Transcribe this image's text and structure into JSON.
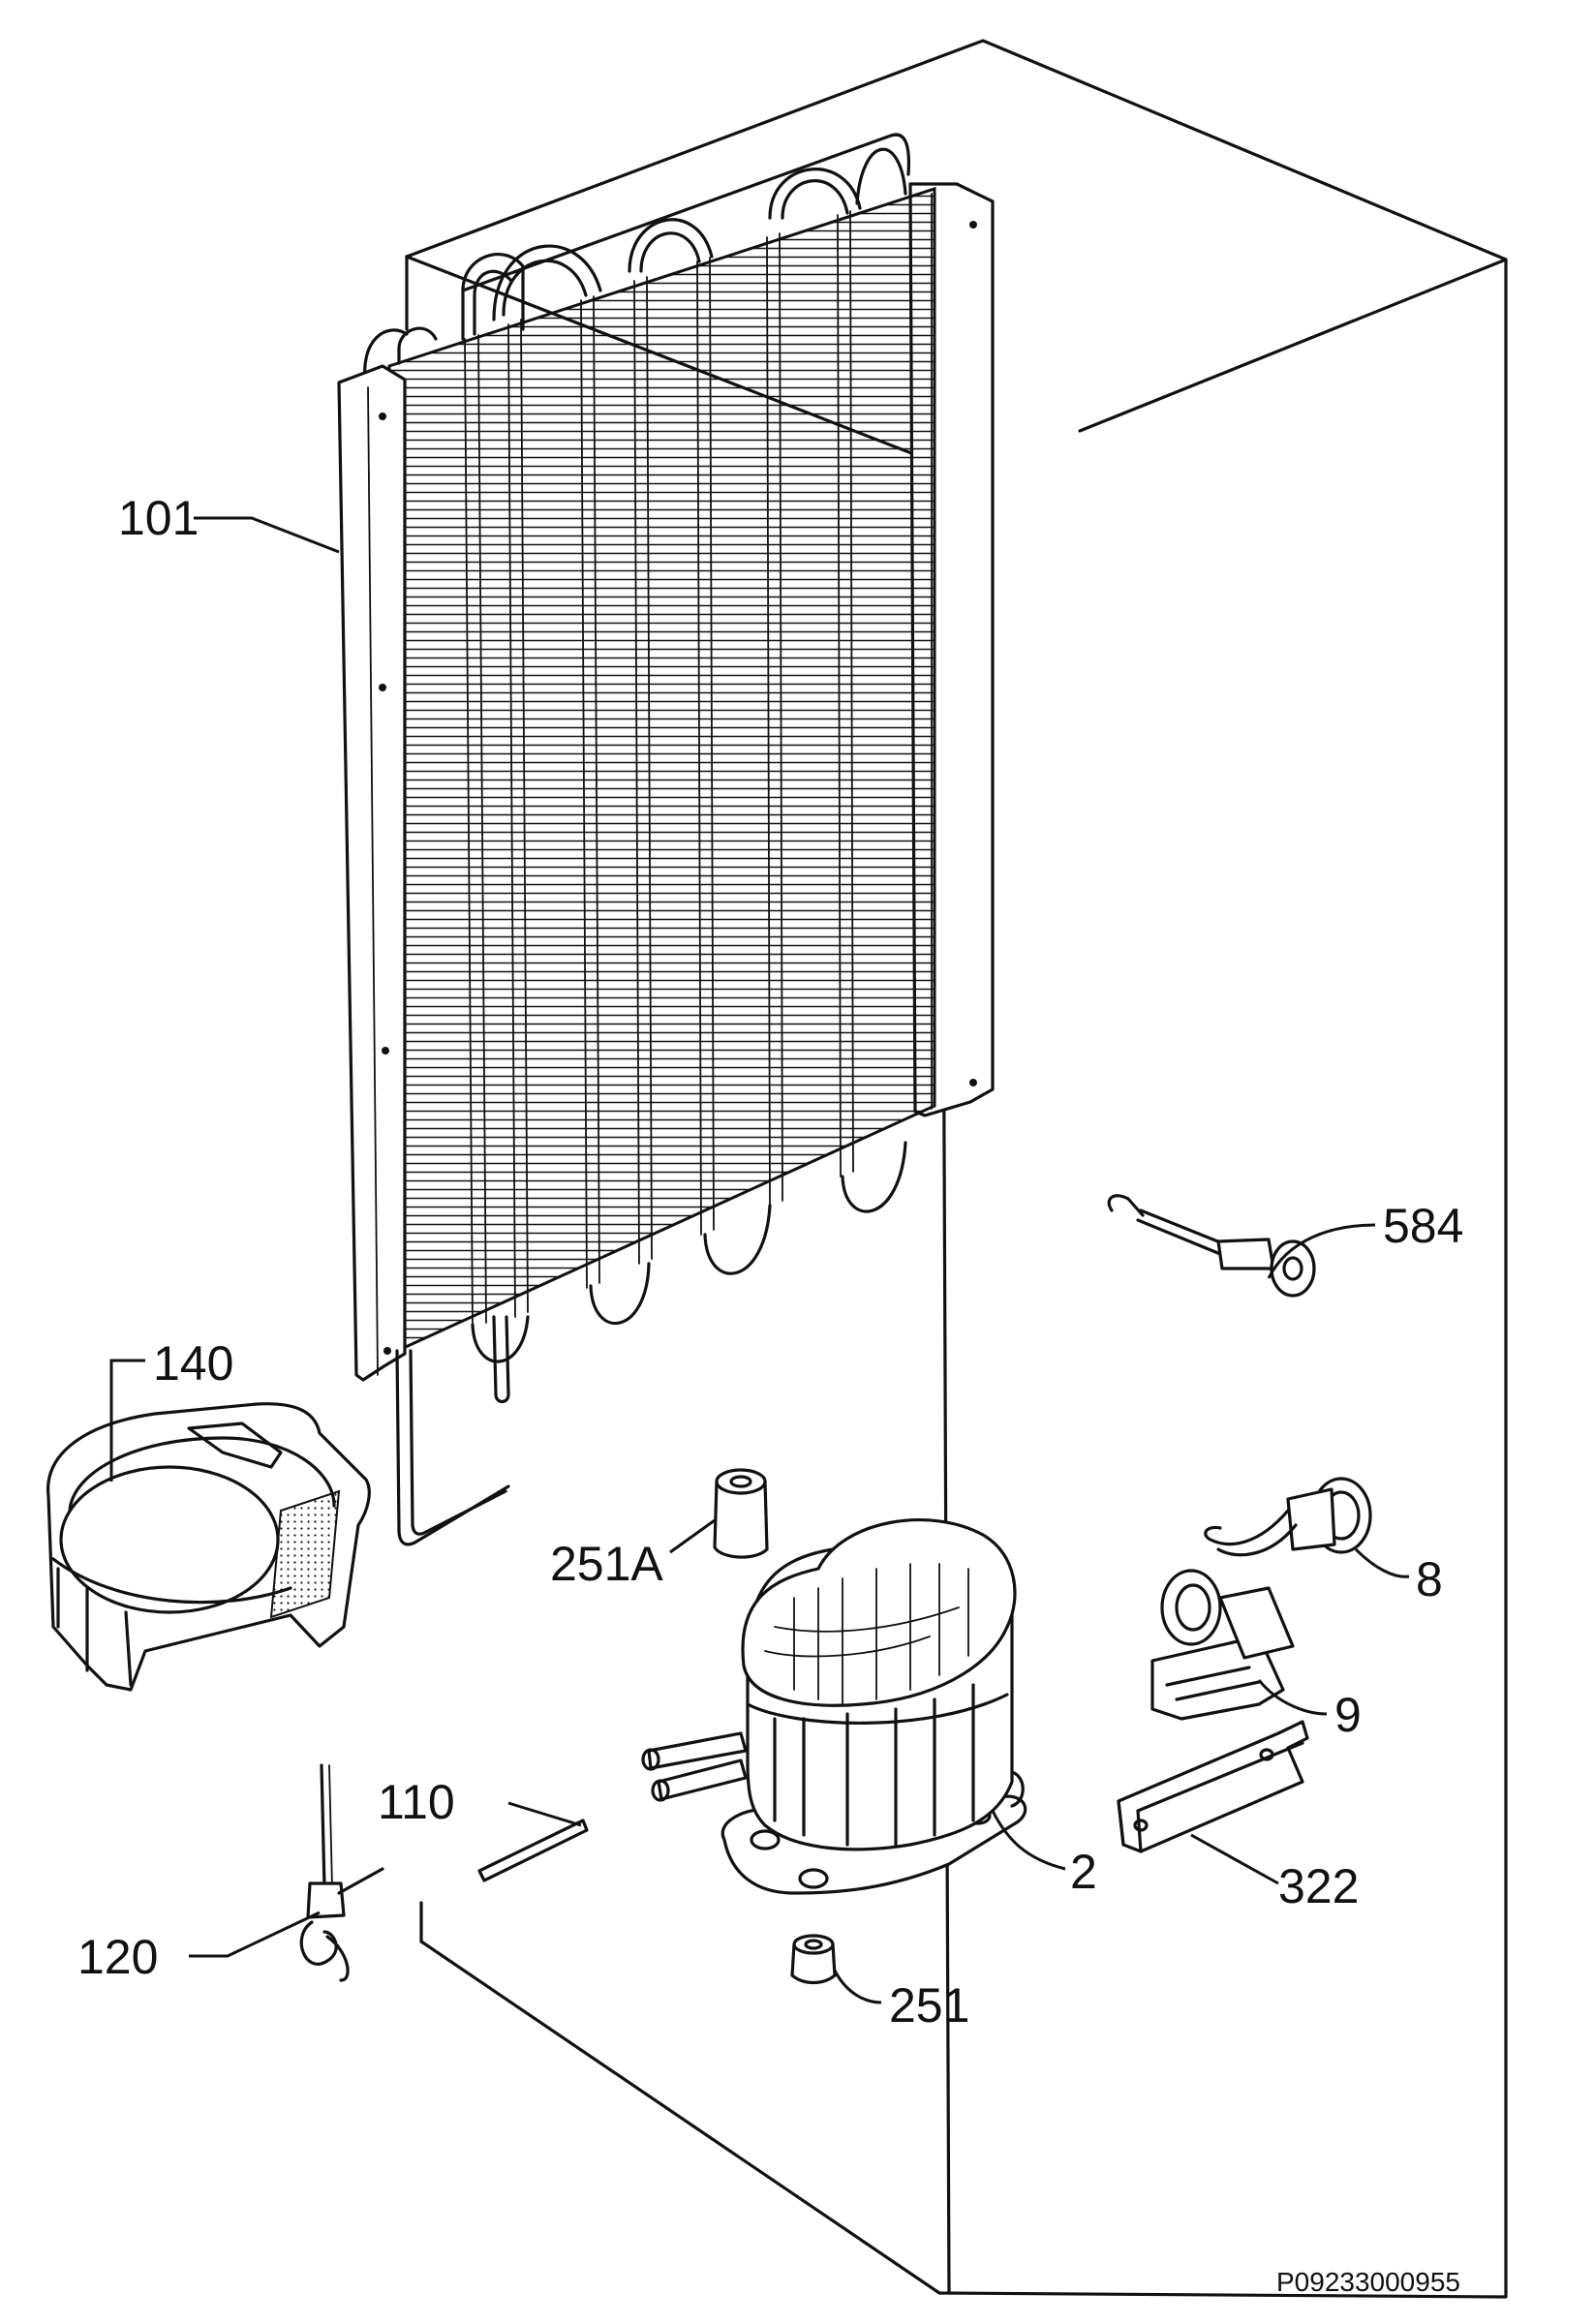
{
  "callouts": {
    "c101": "101",
    "c140": "140",
    "c251a": "251A",
    "c584": "584",
    "c8": "8",
    "c9": "9",
    "c110": "110",
    "c2": "2",
    "c322": "322",
    "c120": "120",
    "c251": "251"
  },
  "drawing_code": "P09233000955"
}
